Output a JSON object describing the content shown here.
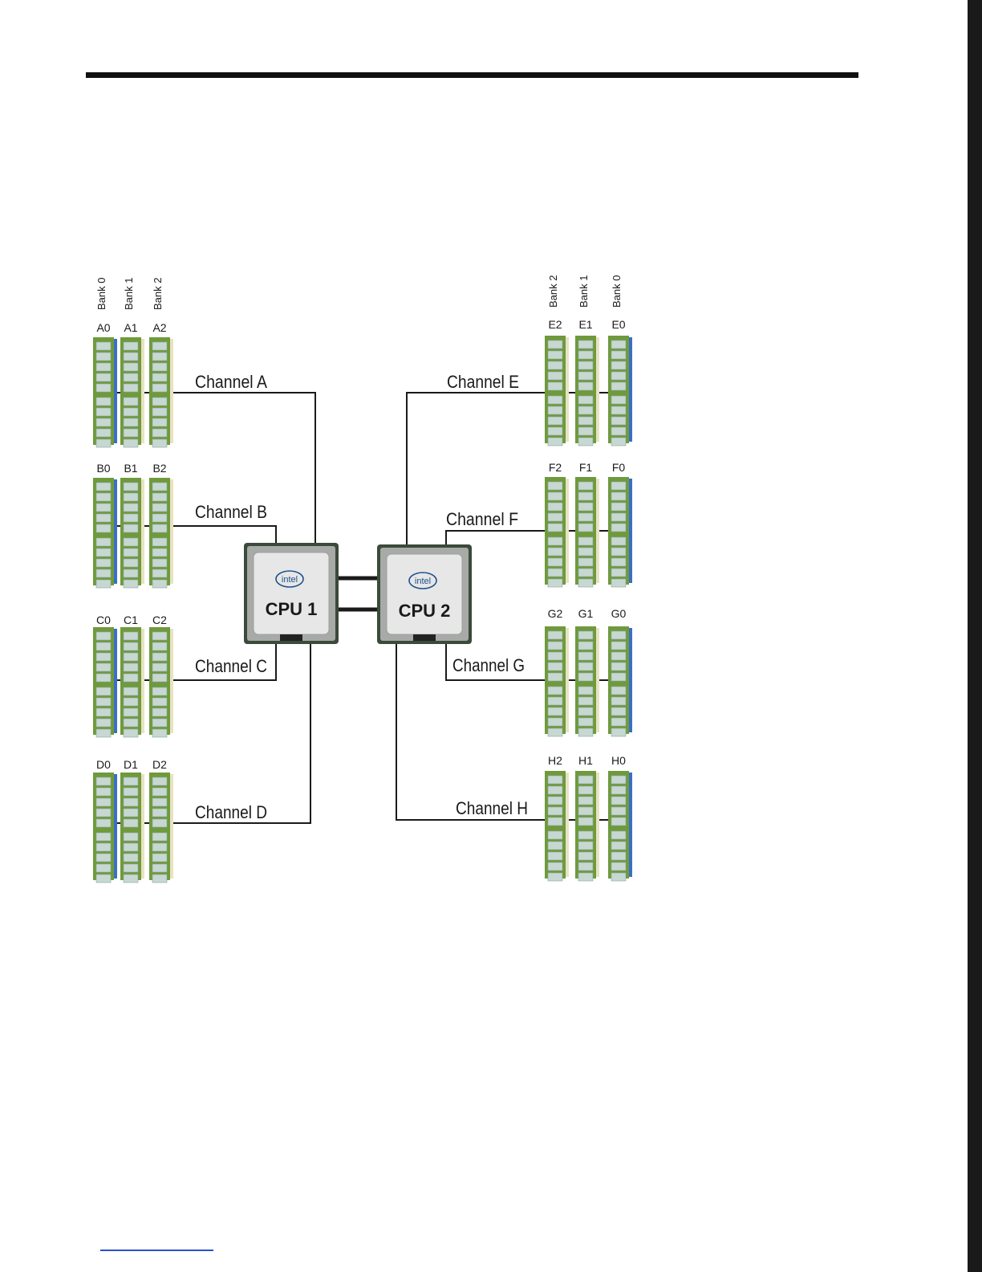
{
  "colors": {
    "dimm_green": "#6f9a3c",
    "dimm_chip": "#c7d7d2",
    "latch_blue": "#3a6fc4",
    "latch_cream": "#e7e3c2",
    "wire": "#1a1a1a",
    "cpu_frame": "#a7aaa7",
    "cpu_lid": "#e6e7e6"
  },
  "cpus": [
    {
      "id": "cpu1",
      "brand": "intel",
      "label": "CPU 1"
    },
    {
      "id": "cpu2",
      "brand": "intel",
      "label": "CPU 2"
    }
  ],
  "bank_headers": {
    "left": [
      "Bank 0",
      "Bank 1",
      "Bank 2"
    ],
    "right": [
      "Bank 2",
      "Bank 1",
      "Bank 0"
    ]
  },
  "groups": [
    {
      "channel": "Channel A",
      "side": "left",
      "slots": [
        "A0",
        "A1",
        "A2"
      ],
      "banks": [
        0,
        1,
        2
      ]
    },
    {
      "channel": "Channel B",
      "side": "left",
      "slots": [
        "B0",
        "B1",
        "B2"
      ],
      "banks": [
        0,
        1,
        2
      ]
    },
    {
      "channel": "Channel C",
      "side": "left",
      "slots": [
        "C0",
        "C1",
        "C2"
      ],
      "banks": [
        0,
        1,
        2
      ]
    },
    {
      "channel": "Channel D",
      "side": "left",
      "slots": [
        "D0",
        "D1",
        "D2"
      ],
      "banks": [
        0,
        1,
        2
      ]
    },
    {
      "channel": "Channel E",
      "side": "right",
      "slots": [
        "E2",
        "E1",
        "E0"
      ],
      "banks": [
        2,
        1,
        0
      ]
    },
    {
      "channel": "Channel F",
      "side": "right",
      "slots": [
        "F2",
        "F1",
        "F0"
      ],
      "banks": [
        2,
        1,
        0
      ]
    },
    {
      "channel": "Channel G",
      "side": "right",
      "slots": [
        "G2",
        "G1",
        "G0"
      ],
      "banks": [
        2,
        1,
        0
      ]
    },
    {
      "channel": "Channel H",
      "side": "right",
      "slots": [
        "H2",
        "H1",
        "H0"
      ],
      "banks": [
        2,
        1,
        0
      ]
    }
  ]
}
